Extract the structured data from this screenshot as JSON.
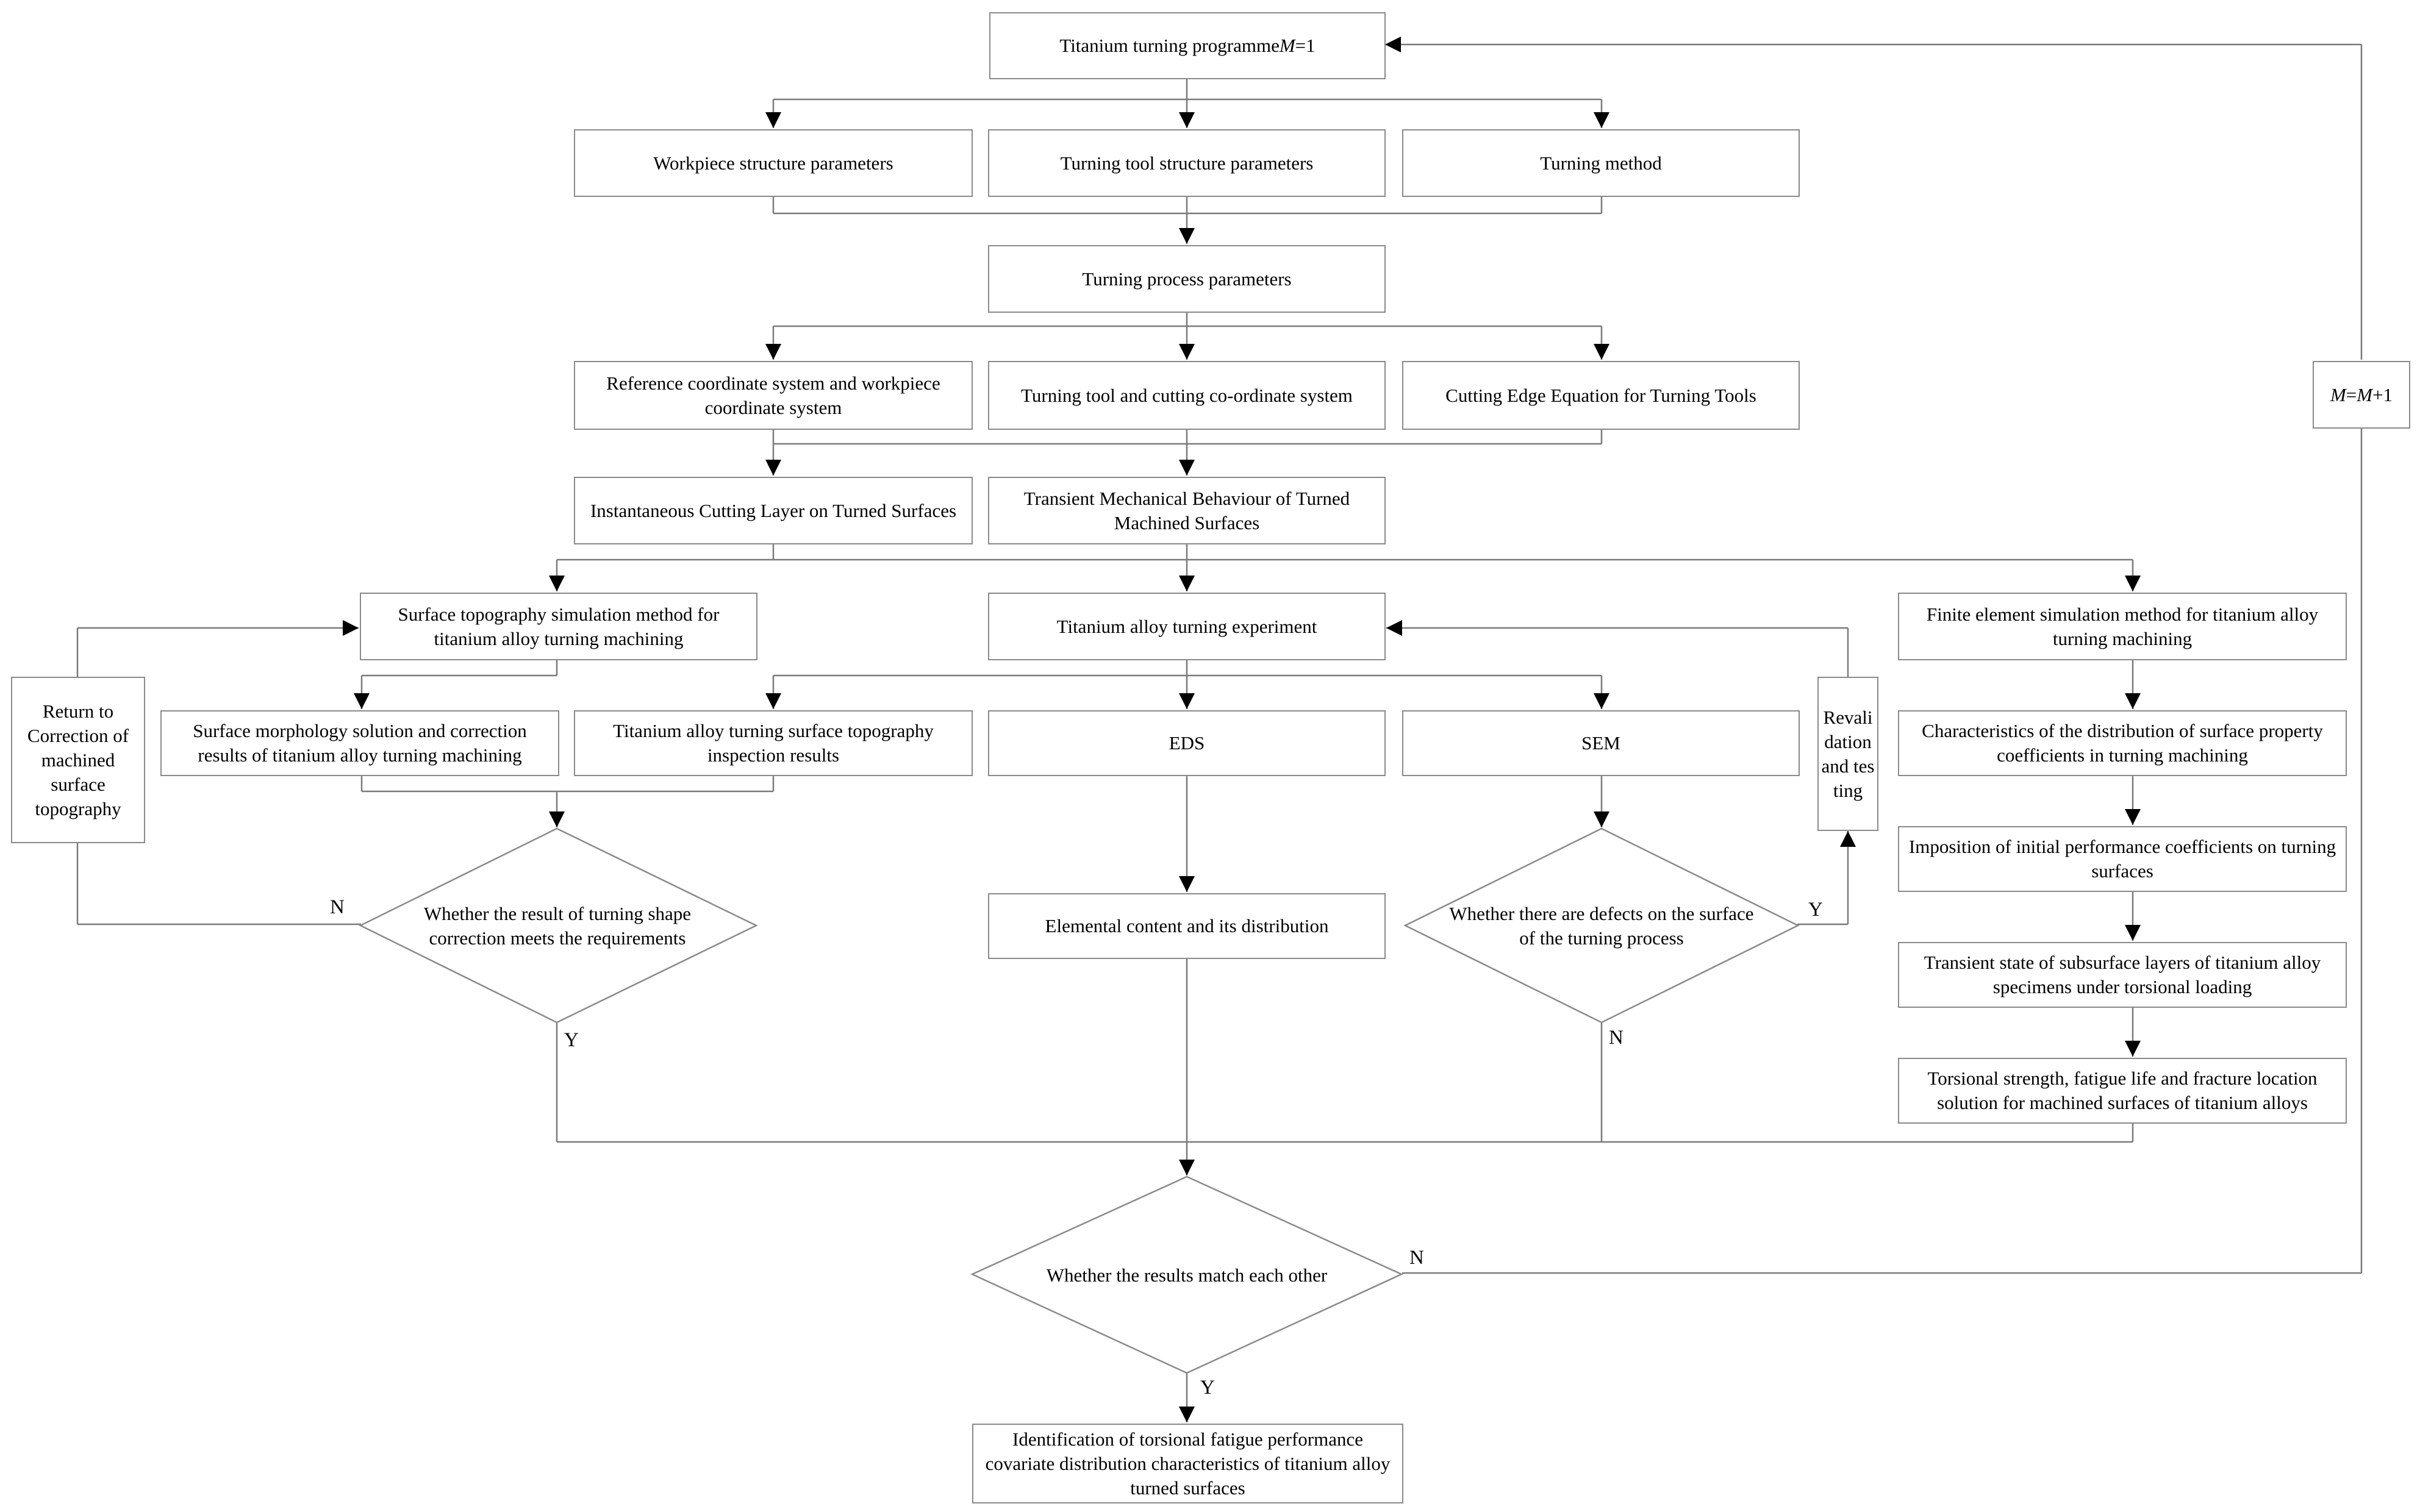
{
  "nodes": {
    "programme": {
      "text": "Titanium turning programme",
      "var": "M",
      "suffix": "=1"
    },
    "workpiece_params": "Workpiece structure parameters",
    "tool_params": "Turning tool structure parameters",
    "turning_method": "Turning method",
    "process_params": "Turning process parameters",
    "ref_coord": "Reference coordinate system and workpiece coordinate system",
    "tool_coord": "Turning tool and cutting co-ordinate system",
    "edge_eq": "Cutting Edge Equation for Turning Tools",
    "cutting_layer": "Instantaneous Cutting Layer on Turned Surfaces",
    "mech_behaviour": "Transient Mechanical Behaviour of Turned Machined Surfaces",
    "topo_sim": "Surface topography simulation method for titanium alloy turning machining",
    "experiment": "Titanium alloy turning experiment",
    "fe_sim": "Finite element simulation method for titanium alloy turning machining",
    "return_correction": "Return to Correction of machined surface topography",
    "morph_solution": "Surface morphology solution and correction results of titanium alloy turning machining",
    "topo_inspection": "Titanium alloy turning surface topography inspection results",
    "eds": "EDS",
    "sem": "SEM",
    "revalidation": "Revalidation and testing",
    "surface_coeff": "Characteristics of the distribution of surface property coefficients in turning machining",
    "initial_perf": "Imposition of initial performance coefficients on turning surfaces",
    "transient_state": "Transient state of subsurface layers of titanium alloy specimens under torsional loading",
    "torsional_strength": "Torsional strength, fatigue life and fracture location solution for machined surfaces of titanium alloys",
    "elemental": "Elemental content and its distribution",
    "identification": "Identification of torsional fatigue performance covariate distribution characteristics of titanium alloy turned surfaces",
    "m_increment": {
      "var1": "M",
      "eq": "=",
      "var2": "M",
      "suffix": "+1"
    }
  },
  "decisions": {
    "shape_correction": "Whether the result of turning shape correction meets the requirements",
    "defects": "Whether there are defects on the surface of the turning process",
    "results_match": "Whether the results match each other"
  },
  "labels": {
    "n_shape": "N",
    "y_shape": "Y",
    "y_defects": "Y",
    "n_defects": "N",
    "n_match": "N",
    "y_match": "Y"
  }
}
